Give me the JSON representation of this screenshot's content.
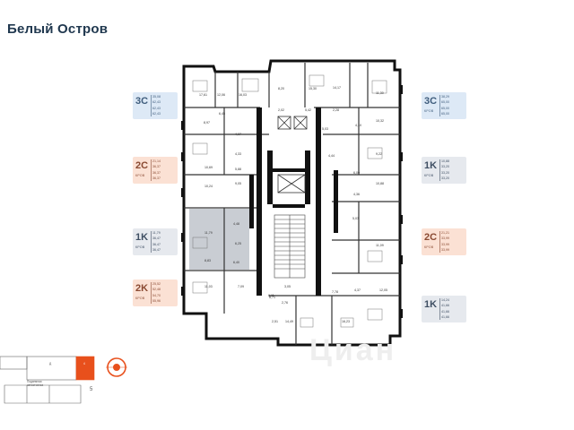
{
  "header": {
    "title": "Белый Остров"
  },
  "cards": [
    {
      "code": "3C",
      "tag": "",
      "values": [
        "35,08",
        "62,43",
        "62,43",
        "62,43"
      ],
      "theme": "blue"
    },
    {
      "code": "2C",
      "tag": "КРОВ",
      "values": [
        "21,14",
        "36,37",
        "36,37",
        "36,37"
      ],
      "theme": "peach"
    },
    {
      "code": "1K",
      "tag": "КРОВ",
      "values": [
        "11,79",
        "36,47",
        "36,47",
        "36,47"
      ],
      "theme": "gray"
    },
    {
      "code": "2K",
      "tag": "КРОВ",
      "values": [
        "25,52",
        "52,48",
        "54,70",
        "55,96"
      ],
      "theme": "peach"
    },
    {
      "code": "3C",
      "tag": "КРОВ",
      "values": [
        "38,29",
        "65,00",
        "65,00",
        "65,00"
      ],
      "theme": "blue"
    },
    {
      "code": "1K",
      "tag": "КРОВ",
      "values": [
        "10,88",
        "33,20",
        "33,20",
        "33,20"
      ],
      "theme": "gray"
    },
    {
      "code": "2C",
      "tag": "КРОВ",
      "values": [
        "21,21",
        "33,99",
        "33,99",
        "33,99"
      ],
      "theme": "peach"
    },
    {
      "code": "1K",
      "tag": "",
      "values": [
        "14,24",
        "41,66",
        "41,66",
        "41,66"
      ],
      "theme": "gray"
    }
  ],
  "room_areas": [
    "17,61",
    "12,06",
    "16,03",
    "8,20",
    "15,30",
    "14,17",
    "11,30",
    "6,45",
    "2,02",
    "5,42",
    "2,28",
    "4,10",
    "8,97",
    "4,37",
    "5,03",
    "10,32",
    "4,33",
    "5,88",
    "4,44",
    "9,22",
    "10,69",
    "6,09",
    "10,88",
    "4,36",
    "10,24",
    "9,05",
    "6,11",
    "5,03",
    "11,79",
    "4,48",
    "6,25",
    "8,83",
    "6,40",
    "11,09",
    "11,03",
    "7,09",
    "6,71",
    "3,05",
    "2,76",
    "4,37",
    "12,05",
    "7,78",
    "2,51",
    "14,49",
    "16,23"
  ],
  "site_plan": {
    "labels": [
      "Подземная автостоянка",
      "Д",
      "4",
      "5"
    ]
  },
  "watermark": "Циан",
  "colors": {
    "title": "#20384f",
    "wall": "#111111",
    "highlight": "#c9cdd3",
    "accent": "#e8501c"
  }
}
